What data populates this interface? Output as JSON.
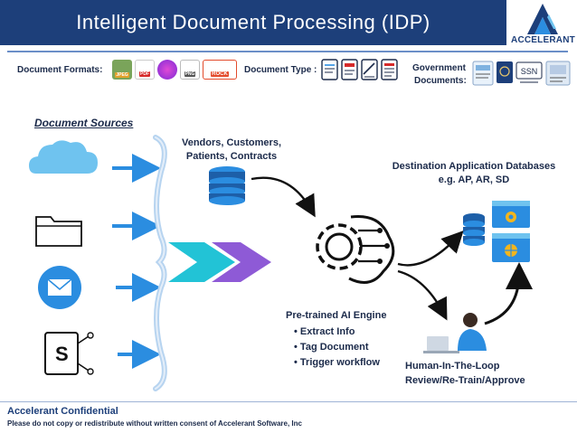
{
  "header": {
    "title": "Intelligent Document Processing (IDP)",
    "logo_text": "ACCELERANT"
  },
  "top_bar": {
    "formats_label": "Document Formats:",
    "formats": [
      "JPEG",
      "PDF",
      "",
      "PNG",
      "ROCK"
    ],
    "type_label": "Document Type :",
    "gov_label_1": "Government",
    "gov_label_2": "Documents:",
    "ssn_text": "SSN"
  },
  "sources": {
    "title": "Document Sources",
    "items": [
      "cloud-storage",
      "folder",
      "email",
      "sharepoint"
    ]
  },
  "vendors": {
    "line1": "Vendors, Customers,",
    "line2": "Patients, Contracts"
  },
  "destination": {
    "line1": "Destination Application Databases",
    "line2": "e.g. AP, AR, SD"
  },
  "engine": {
    "title": "Pre-trained AI Engine",
    "bullets": [
      "Extract Info",
      "Tag Document",
      "Trigger workflow"
    ]
  },
  "human": {
    "line1": "Human-In-The-Loop",
    "line2": "Review/Re-Train/Approve"
  },
  "footer": {
    "line1": "Accelerant Confidential",
    "line2": "Please do not copy or redistribute without written consent of Accelerant Software, Inc"
  },
  "colors": {
    "navy": "#1d3f7a",
    "blue_accent": "#2b8de0",
    "sky": "#6fc3ef",
    "chevron_cyan": "#22c3d6",
    "chevron_purple": "#8e5ad6",
    "text_dark": "#1b2a4a"
  }
}
